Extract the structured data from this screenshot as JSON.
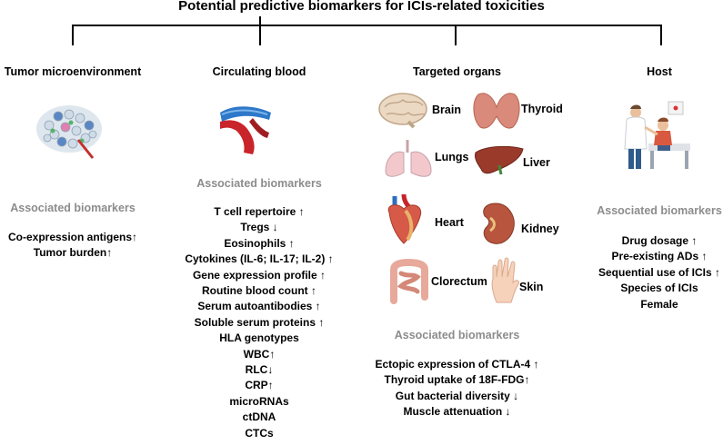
{
  "title": "Potential predictive biomarkers for ICIs-related toxicities",
  "columns": {
    "tme": {
      "heading": "Tumor microenvironment",
      "assoc_label": "Associated biomarkers",
      "items": [
        "Co-expression antigens↑",
        "Tumor burden↑"
      ],
      "image_icon": "tumor-cells-icon"
    },
    "blood": {
      "heading": "Circulating blood",
      "assoc_label": "Associated biomarkers",
      "items": [
        "T cell repertoire ↑",
        "Tregs ↓",
        "Eosinophils ↑",
        "Cytokines (IL-6; IL-17; IL-2) ↑",
        "Gene expression profile ↑",
        "Routine blood count ↑",
        "Serum autoantibodies ↑",
        "Soluble serum proteins ↑",
        "HLA genotypes",
        "WBC↑",
        "RLC↓",
        "CRP↑",
        "microRNAs",
        "ctDNA",
        "CTCs"
      ],
      "image_icon": "blood-vessel-icon"
    },
    "organs": {
      "heading": "Targeted organs",
      "assoc_label": "Associated biomarkers",
      "organ_labels": {
        "brain": "Brain",
        "thyroid": "Thyroid",
        "lungs": "Lungs",
        "liver": "Liver",
        "heart": "Heart",
        "kidney": "Kidney",
        "clorectum": "Clorectum",
        "skin": "Skin"
      },
      "items": [
        "Ectopic expression of CTLA-4 ↑",
        "Thyroid uptake of 18F-FDG↑",
        "Gut bacterial diversity ↓",
        "Muscle attenuation ↓"
      ]
    },
    "host": {
      "heading": "Host",
      "assoc_label": "Associated biomarkers",
      "items": [
        "Drug dosage ↑",
        "Pre-existing ADs ↑",
        "Sequential use of ICIs ↑",
        "Species of ICIs",
        "Female"
      ],
      "image_icon": "doctor-patient-icon"
    }
  },
  "colors": {
    "assoc_label": "#8c8c8c",
    "lines": "#000000"
  }
}
